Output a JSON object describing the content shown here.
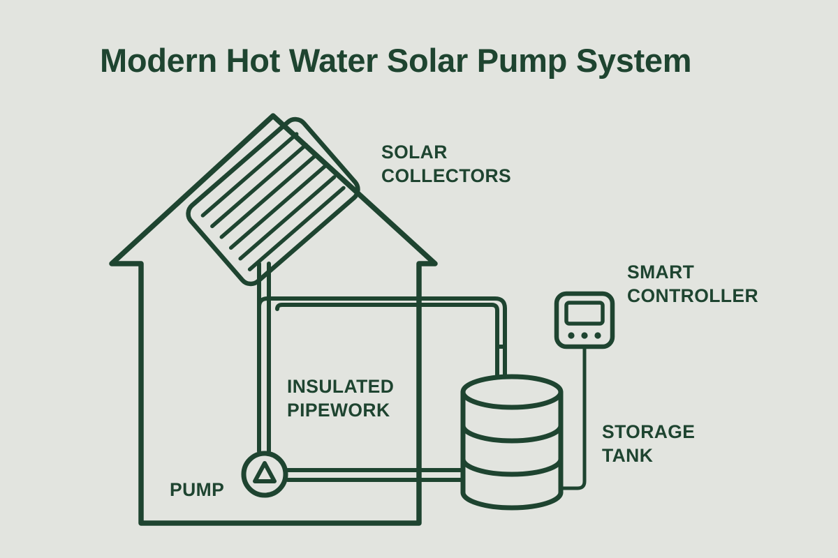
{
  "page": {
    "background_color": "#e2e4df",
    "ink_color": "#1e4430"
  },
  "title": "Modern Hot Water Solar Pump System",
  "labels": {
    "solar_collectors_line1": "SOLAR",
    "solar_collectors_line2": "COLLECTORS",
    "smart_controller_line1": "SMART",
    "smart_controller_line2": "CONTROLLER",
    "insulated_pipework_line1": "INSULATED",
    "insulated_pipework_line2": "PIPEWORK",
    "storage_tank_line1": "STORAGE",
    "storage_tank_line2": "TANK",
    "pump": "PUMP"
  },
  "components": [
    {
      "id": "house",
      "name": "House outline"
    },
    {
      "id": "solar-collector",
      "name": "Solar collector panel",
      "stripes": 6
    },
    {
      "id": "insulated-pipework",
      "name": "Insulated pipework loop"
    },
    {
      "id": "pump",
      "name": "Circulation pump"
    },
    {
      "id": "storage-tank",
      "name": "Hot water storage tank",
      "bands": 2
    },
    {
      "id": "smart-controller",
      "name": "Smart controller",
      "buttons": 3
    }
  ]
}
